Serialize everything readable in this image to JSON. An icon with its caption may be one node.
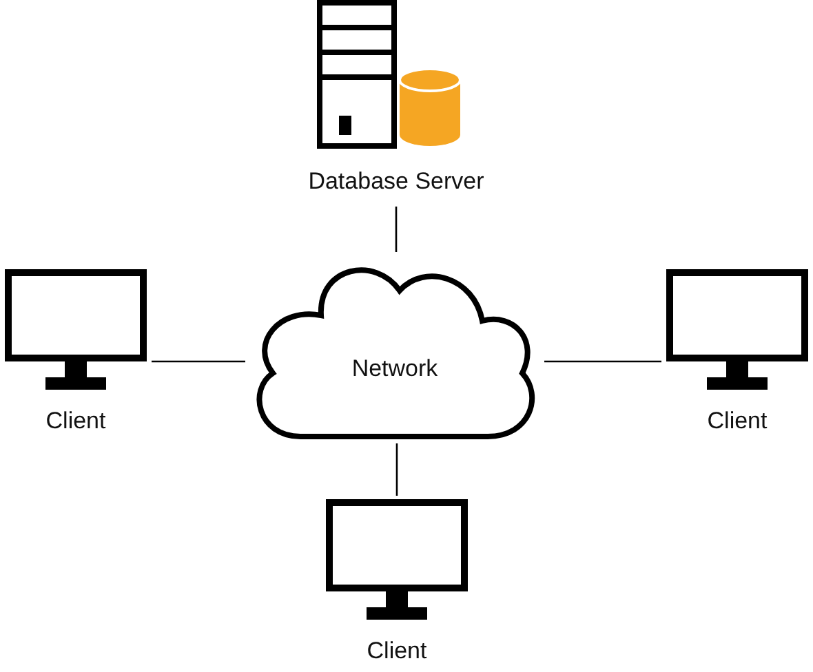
{
  "diagram": {
    "nodes": [
      {
        "text": [
          "Database Server"
        ]
      },
      {
        "text": [
          "Network"
        ]
      },
      {
        "text": [
          "Client"
        ]
      },
      {
        "text": [
          "Client"
        ]
      },
      {
        "text": [
          "Client"
        ]
      }
    ],
    "edges": [
      {
        "from": 0,
        "to": 1,
        "arrow": "none"
      },
      {
        "from": 2,
        "to": 1,
        "arrow": "none"
      },
      {
        "from": 1,
        "to": 3,
        "arrow": "none"
      },
      {
        "from": 1,
        "to": 4,
        "arrow": "none"
      }
    ]
  }
}
